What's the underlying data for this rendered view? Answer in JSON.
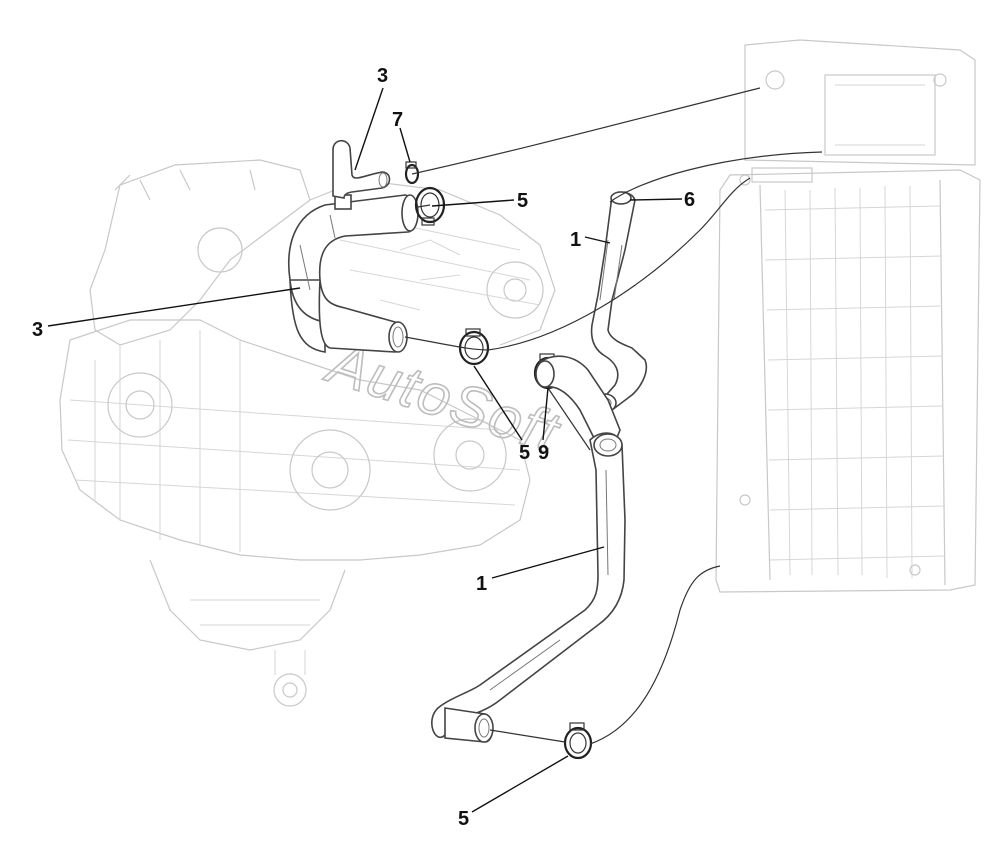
{
  "watermark": "AutoSoft",
  "callouts": [
    {
      "id": "callout-3-top",
      "label": "3"
    },
    {
      "id": "callout-7",
      "label": "7"
    },
    {
      "id": "callout-5-upper",
      "label": "5"
    },
    {
      "id": "callout-6",
      "label": "6"
    },
    {
      "id": "callout-1-upper",
      "label": "1"
    },
    {
      "id": "callout-3-left",
      "label": "3"
    },
    {
      "id": "callout-5-middle",
      "label": "5"
    },
    {
      "id": "callout-9",
      "label": "9"
    },
    {
      "id": "callout-1-lower",
      "label": "1"
    },
    {
      "id": "callout-5-bottom",
      "label": "5"
    }
  ]
}
